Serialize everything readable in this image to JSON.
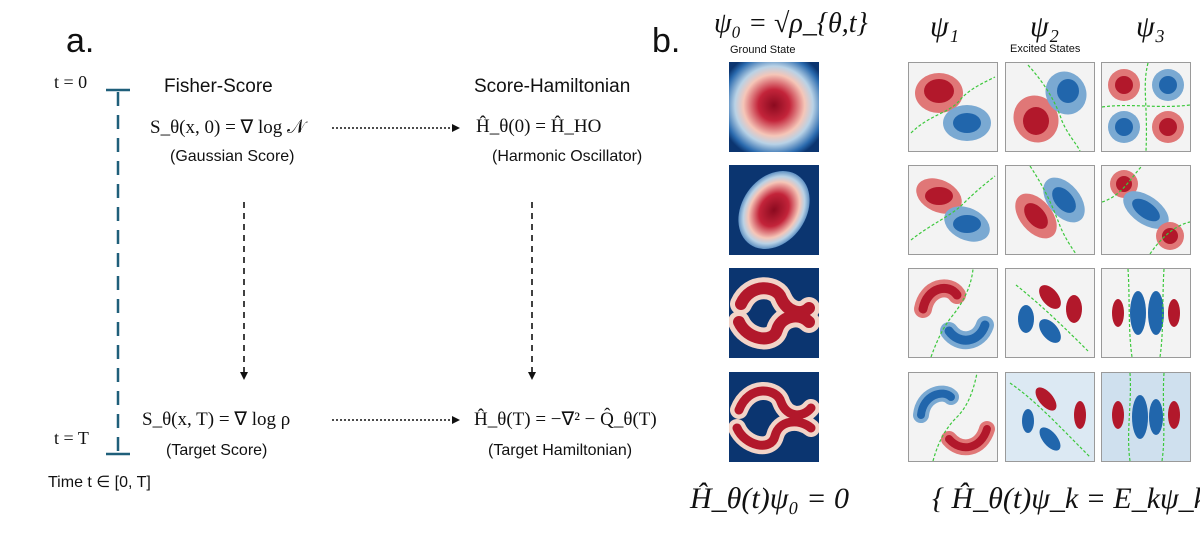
{
  "panel_a": {
    "letter": "a.",
    "time_axis": {
      "start_label": "t = 0",
      "end_label": "t = T",
      "caption": "Time t ∈ [0, T]"
    },
    "fisher_score": {
      "heading": "Fisher-Score",
      "start_eq": "S_θ(x, 0) = ∇ log 𝒩",
      "start_caption": "(Gaussian Score)",
      "end_eq": "S_θ(x, T) = ∇ log ρ",
      "end_caption": "(Target Score)"
    },
    "score_hamiltonian": {
      "heading": "Score-Hamiltonian",
      "start_eq": "Ĥ_θ(0) = Ĥ_HO",
      "start_caption": "(Harmonic Oscillator)",
      "end_eq": "Ĥ_θ(T) = −∇² − Q̂_θ(T)",
      "end_caption": "(Target Hamiltonian)"
    }
  },
  "panel_b": {
    "letter": "b.",
    "ground_state": {
      "header": "ψ₀ = √ρ_{θ,t}",
      "sublabel": "Ground State",
      "equation": "Ĥ_θ(t)ψ₀ = 0"
    },
    "excited_states": {
      "headers": [
        "ψ₁",
        "ψ₂",
        "ψ₃"
      ],
      "sublabel": "Excited States",
      "equation": "{ Ĥ_θ(t)ψ_k = E_kψ_k }"
    },
    "rows": 4,
    "colors": {
      "positive": "#b2182b",
      "negative": "#2166ac",
      "node_line": "#3cc83c",
      "timeline": "#1f5f7a"
    }
  }
}
